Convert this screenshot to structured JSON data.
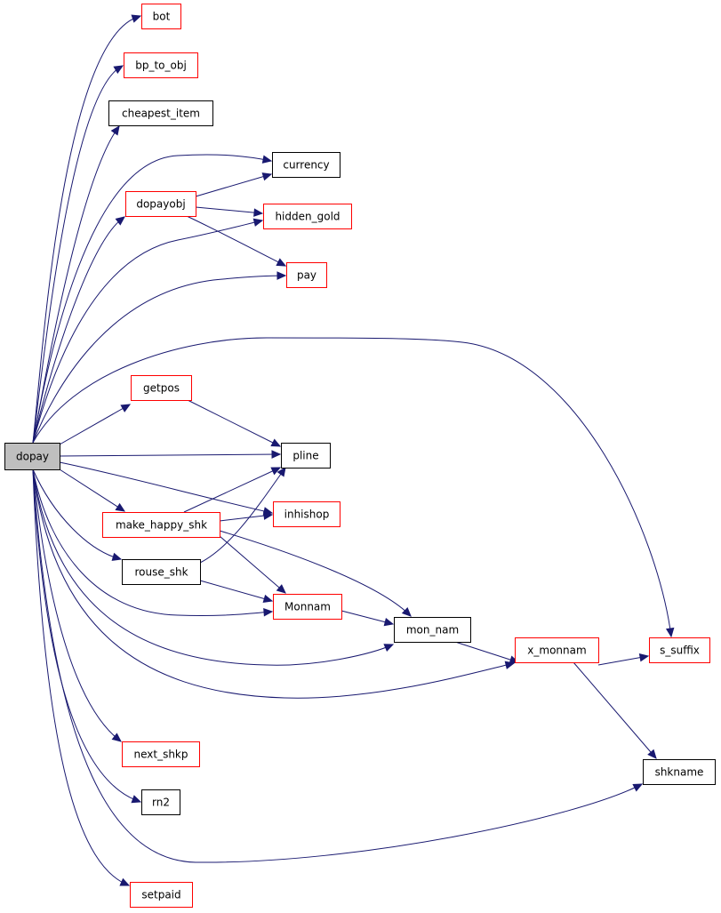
{
  "colors": {
    "edge": "#191970",
    "border_linked": "#ff0000",
    "border_plain": "#000000",
    "fill_root": "#bfbfbf",
    "fill_default": "#ffffff"
  },
  "nodes": {
    "dopay": {
      "label": "dopay",
      "kind": "root"
    },
    "bot": {
      "label": "bot",
      "kind": "linked"
    },
    "bp_to_obj": {
      "label": "bp_to_obj",
      "kind": "linked"
    },
    "cheapest_item": {
      "label": "cheapest_item",
      "kind": "plain"
    },
    "currency": {
      "label": "currency",
      "kind": "plain"
    },
    "dopayobj": {
      "label": "dopayobj",
      "kind": "linked"
    },
    "hidden_gold": {
      "label": "hidden_gold",
      "kind": "linked"
    },
    "pay": {
      "label": "pay",
      "kind": "linked"
    },
    "getpos": {
      "label": "getpos",
      "kind": "linked"
    },
    "pline": {
      "label": "pline",
      "kind": "plain"
    },
    "make_happy_shk": {
      "label": "make_happy_shk",
      "kind": "linked"
    },
    "inhishop": {
      "label": "inhishop",
      "kind": "linked"
    },
    "rouse_shk": {
      "label": "rouse_shk",
      "kind": "plain"
    },
    "Monnam": {
      "label": "Monnam",
      "kind": "linked"
    },
    "mon_nam": {
      "label": "mon_nam",
      "kind": "plain"
    },
    "x_monnam": {
      "label": "x_monnam",
      "kind": "linked"
    },
    "s_suffix": {
      "label": "s_suffix",
      "kind": "linked"
    },
    "shkname": {
      "label": "shkname",
      "kind": "plain"
    },
    "next_shkp": {
      "label": "next_shkp",
      "kind": "linked"
    },
    "rn2": {
      "label": "rn2",
      "kind": "plain"
    },
    "setpaid": {
      "label": "setpaid",
      "kind": "linked"
    }
  },
  "edges": [
    {
      "from": "dopay",
      "to": "bot"
    },
    {
      "from": "dopay",
      "to": "bp_to_obj"
    },
    {
      "from": "dopay",
      "to": "cheapest_item"
    },
    {
      "from": "dopay",
      "to": "currency"
    },
    {
      "from": "dopay",
      "to": "dopayobj"
    },
    {
      "from": "dopay",
      "to": "hidden_gold"
    },
    {
      "from": "dopay",
      "to": "pay"
    },
    {
      "from": "dopay",
      "to": "s_suffix"
    },
    {
      "from": "dopay",
      "to": "getpos"
    },
    {
      "from": "dopay",
      "to": "pline"
    },
    {
      "from": "dopay",
      "to": "inhishop"
    },
    {
      "from": "dopay",
      "to": "make_happy_shk"
    },
    {
      "from": "dopay",
      "to": "rouse_shk"
    },
    {
      "from": "dopay",
      "to": "Monnam"
    },
    {
      "from": "dopay",
      "to": "mon_nam"
    },
    {
      "from": "dopay",
      "to": "x_monnam"
    },
    {
      "from": "dopay",
      "to": "next_shkp"
    },
    {
      "from": "dopay",
      "to": "rn2"
    },
    {
      "from": "dopay",
      "to": "shkname"
    },
    {
      "from": "dopay",
      "to": "setpaid"
    },
    {
      "from": "dopayobj",
      "to": "currency"
    },
    {
      "from": "dopayobj",
      "to": "hidden_gold"
    },
    {
      "from": "dopayobj",
      "to": "pay"
    },
    {
      "from": "getpos",
      "to": "pline"
    },
    {
      "from": "make_happy_shk",
      "to": "pline"
    },
    {
      "from": "make_happy_shk",
      "to": "inhishop"
    },
    {
      "from": "make_happy_shk",
      "to": "Monnam"
    },
    {
      "from": "make_happy_shk",
      "to": "mon_nam"
    },
    {
      "from": "rouse_shk",
      "to": "pline"
    },
    {
      "from": "rouse_shk",
      "to": "Monnam"
    },
    {
      "from": "Monnam",
      "to": "mon_nam"
    },
    {
      "from": "mon_nam",
      "to": "x_monnam"
    },
    {
      "from": "x_monnam",
      "to": "s_suffix"
    },
    {
      "from": "x_monnam",
      "to": "shkname"
    }
  ]
}
